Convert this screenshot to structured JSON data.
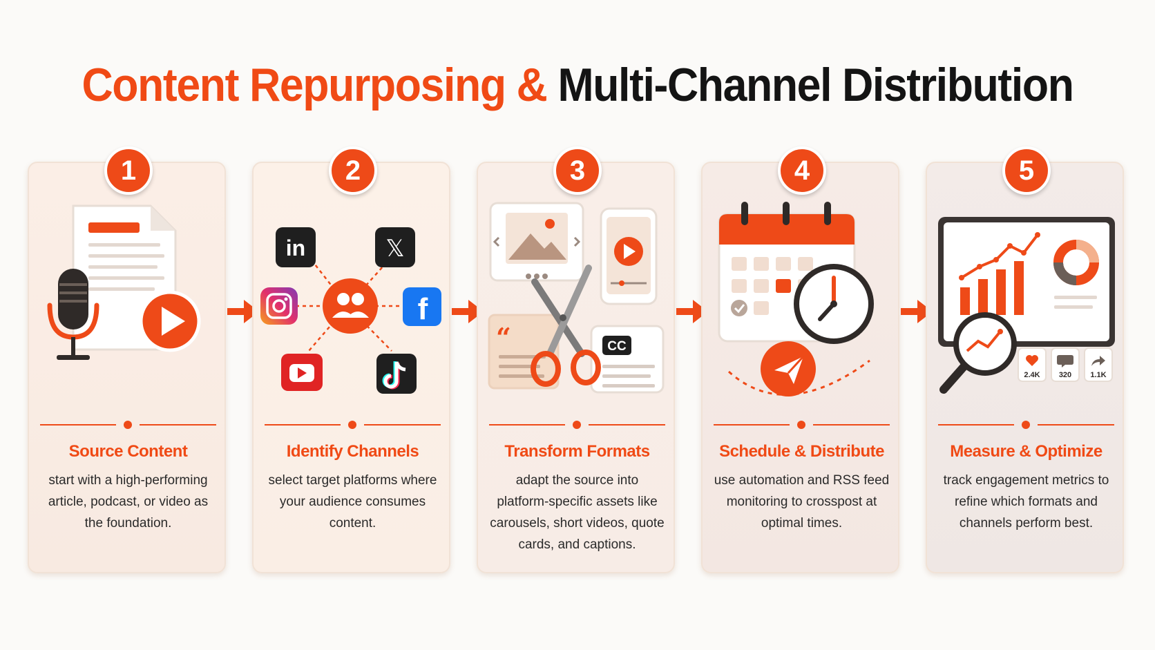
{
  "title": {
    "part1": "Content Repurposing &",
    "part2": "Multi-Channel Distribution"
  },
  "colors": {
    "accent": "#f04a15",
    "dark": "#141414",
    "text": "#2a2a2a"
  },
  "steps": [
    {
      "number": "1",
      "title": "Source Content",
      "description": "start with a high-performing article, podcast, or video as the foundation.",
      "icons": [
        "document-icon",
        "microphone-icon",
        "play-icon"
      ]
    },
    {
      "number": "2",
      "title": "Identify Channels",
      "description": "select target platforms where your audience consumes content.",
      "icons": [
        "audience-icon",
        "linkedin-icon",
        "x-icon",
        "instagram-icon",
        "facebook-icon",
        "youtube-icon",
        "tiktok-icon"
      ],
      "platform_labels": {
        "linkedin": "in",
        "x": "𝕏",
        "facebook": "f"
      }
    },
    {
      "number": "3",
      "title": "Transform Formats",
      "description": "adapt the source into platform-specific assets like carousels, short videos, quote cards, and captions.",
      "icons": [
        "carousel-icon",
        "phone-video-icon",
        "quote-card-icon",
        "scissors-icon",
        "captions-icon"
      ],
      "captions_label": "CC"
    },
    {
      "number": "4",
      "title": "Schedule & Distribute",
      "description": "use automation and RSS feed monitoring to crosspost at optimal times.",
      "icons": [
        "calendar-icon",
        "clock-icon",
        "send-icon"
      ]
    },
    {
      "number": "5",
      "title": "Measure & Optimize",
      "description": "track engagement metrics to refine which formats and channels perform best.",
      "icons": [
        "dashboard-icon",
        "magnifier-icon",
        "heart-icon",
        "comment-icon",
        "share-icon"
      ],
      "metrics": [
        {
          "icon": "heart-icon",
          "value": "2.4K"
        },
        {
          "icon": "comment-icon",
          "value": "320"
        },
        {
          "icon": "share-icon",
          "value": "1.1K"
        }
      ]
    }
  ]
}
